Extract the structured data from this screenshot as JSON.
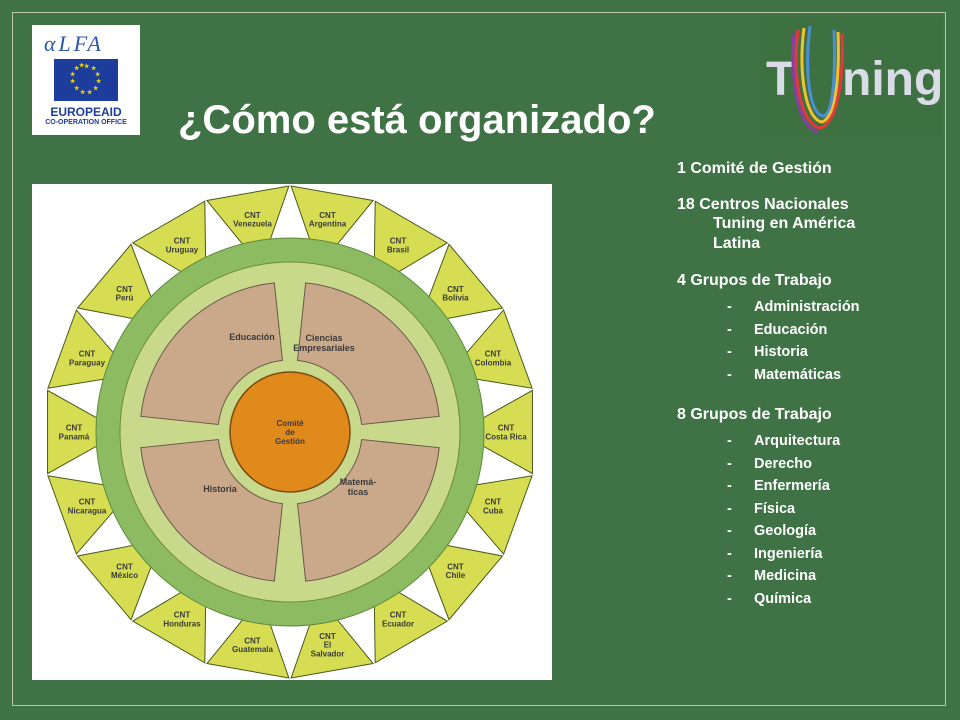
{
  "title": "¿Cómo está organizado?",
  "logos": {
    "alfa": {
      "word": "αLFA",
      "line1": "EUROPEAID",
      "line2": "CO-OPERATION OFFICE"
    },
    "tuning": {
      "word": "Tuning"
    }
  },
  "diagram": {
    "center": [
      "Comité",
      "de",
      "Gestión"
    ],
    "quadrants": {
      "educacion": [
        "Educación"
      ],
      "ciencias": [
        "Ciencias",
        "Empresariales"
      ],
      "historia": [
        "Historia"
      ],
      "matematicas": [
        "Matemá-",
        "ticas"
      ]
    },
    "cnt": [
      [
        "CNT",
        "Venezuela"
      ],
      [
        "CNT",
        "Argentina"
      ],
      [
        "CNT",
        "Brasil"
      ],
      [
        "CNT",
        "Bolivia"
      ],
      [
        "CNT",
        "Colombia"
      ],
      [
        "CNT",
        "Costa Rica"
      ],
      [
        "CNT",
        "Cuba"
      ],
      [
        "CNT",
        "Chile"
      ],
      [
        "CNT",
        "Ecuador"
      ],
      [
        "CNT",
        "El",
        "Salvador"
      ],
      [
        "CNT",
        "Guatemala"
      ],
      [
        "CNT",
        "Honduras"
      ],
      [
        "CNT",
        "México"
      ],
      [
        "CNT",
        "Nicaragua"
      ],
      [
        "CNT",
        "Panamá"
      ],
      [
        "CNT",
        "Paraguay"
      ],
      [
        "CNT",
        "Perú"
      ],
      [
        "CNT",
        "Uruguay"
      ]
    ]
  },
  "info": {
    "comite": "1 Comité de Gestión",
    "centros": [
      "18 Centros Nacionales",
      "Tuning en América",
      "Latina"
    ],
    "grupos4": {
      "heading": "4 Grupos de Trabajo",
      "items": [
        "Administración",
        "Educación",
        "Historia",
        "Matemáticas"
      ]
    },
    "grupos8": {
      "heading": "8 Grupos de Trabajo",
      "items": [
        "Arquitectura",
        "Derecho",
        "Enfermería",
        "Física",
        "Geología",
        "Ingeniería",
        "Medicina",
        "Química"
      ]
    }
  },
  "colors": {
    "background": "#3f7346",
    "outer_ring": "#8dbb62",
    "inner_ring": "#c8d98c",
    "quadrant": "#caa98a",
    "center": "#e08a1c",
    "triangle": "#d6dd52"
  }
}
